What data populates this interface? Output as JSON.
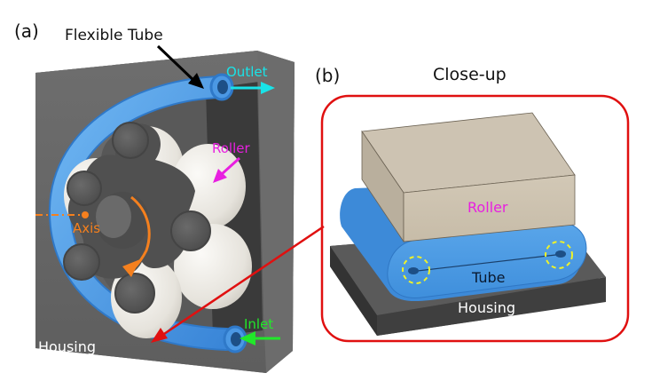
{
  "panel_a": {
    "label": "(a)",
    "title": "Flexible Tube",
    "callouts": {
      "outlet": "Outlet",
      "roller": "Roller",
      "axis": "Axis",
      "inlet": "Inlet",
      "housing": "Housing"
    }
  },
  "panel_b": {
    "label": "(b)",
    "title": "Close-up",
    "callouts": {
      "roller": "Roller",
      "tube": "Tube",
      "housing": "Housing"
    }
  },
  "colors": {
    "tube": "#4a9be6",
    "housing": "#6b6b6b",
    "roller_cylinder": "#e8e6e0",
    "roller_block": "#cfc4b0",
    "rotor": "#555555",
    "outlet_text": "#19e3e8",
    "roller_text": "#e81fe0",
    "axis_text": "#f5801e",
    "inlet_text": "#21e82a",
    "highlight_box": "#e01010",
    "pinch_marker": "#eef22a"
  }
}
